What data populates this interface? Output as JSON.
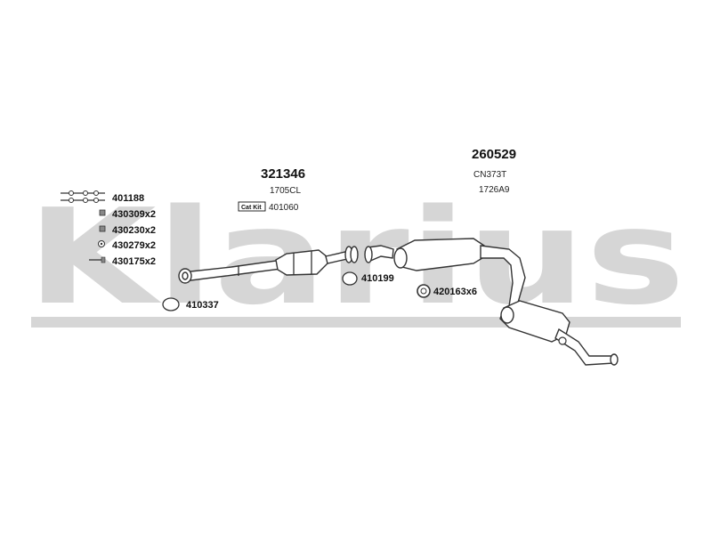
{
  "watermark": {
    "text": "Klarius",
    "color": "#d6d6d6"
  },
  "catalytic_converter": {
    "part_number": "321346",
    "reference": "1705CL",
    "cat_kit_label": "Cat Kit",
    "cat_kit_number": "401060"
  },
  "rear_silencer": {
    "part_number": "260529",
    "reference_1": "CN373T",
    "reference_2": "1726A9"
  },
  "fittings": {
    "items": [
      {
        "label": "401188",
        "icon": "bolt-pair-icon"
      },
      {
        "label": "430309x2",
        "icon": "nut-icon"
      },
      {
        "label": "430230x2",
        "icon": "nut-icon"
      },
      {
        "label": "430279x2",
        "icon": "washer-icon"
      },
      {
        "label": "430175x2",
        "icon": "bolt-icon"
      }
    ]
  },
  "gaskets": {
    "front_ring": "410337",
    "mid_ring": "410199",
    "mount_rubber": "420163x6"
  }
}
